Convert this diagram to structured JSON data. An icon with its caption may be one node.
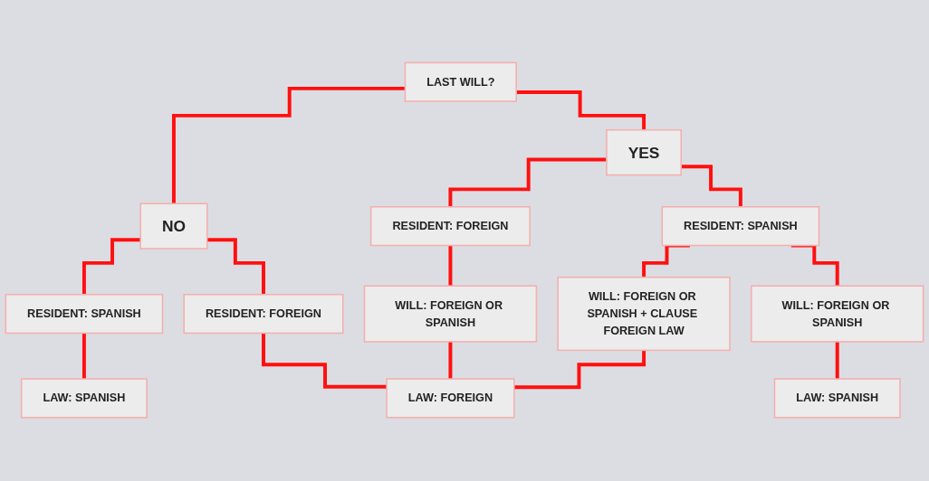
{
  "diagram": {
    "nodes": [
      {
        "text": [
          "LAST WILL?"
        ]
      },
      {
        "text": [
          "NO"
        ]
      },
      {
        "text": [
          "YES"
        ]
      },
      {
        "text": [
          "RESIDENT: SPANISH"
        ]
      },
      {
        "text": [
          "RESIDENT: FOREIGN"
        ]
      },
      {
        "text": [
          "RESIDENT: FOREIGN"
        ]
      },
      {
        "text": [
          "RESIDENT: SPANISH"
        ]
      },
      {
        "text": [
          "WILL: FOREIGN OR SPANISH"
        ]
      },
      {
        "text": [
          "WILL: FOREIGN OR SPANISH + CLAUSE FOREIGN LAW"
        ]
      },
      {
        "text": [
          "WILL: FOREIGN OR SPANISH"
        ]
      },
      {
        "text": [
          "LAW: SPANISH"
        ]
      },
      {
        "text": [
          "LAW: FOREIGN"
        ]
      },
      {
        "text": [
          "LAW: SPANISH"
        ]
      }
    ],
    "edges": [
      {
        "from": 0,
        "to": 1,
        "arrow": "none"
      },
      {
        "from": 0,
        "to": 2,
        "arrow": "none"
      },
      {
        "from": 1,
        "to": 3,
        "arrow": "none"
      },
      {
        "from": 1,
        "to": 4,
        "arrow": "none"
      },
      {
        "from": 2,
        "to": 5,
        "arrow": "none"
      },
      {
        "from": 2,
        "to": 6,
        "arrow": "none"
      },
      {
        "from": 3,
        "to": 10,
        "arrow": "none"
      },
      {
        "from": 4,
        "to": 11,
        "arrow": "none"
      },
      {
        "from": 5,
        "to": 7,
        "arrow": "none"
      },
      {
        "from": 7,
        "to": 11,
        "arrow": "none"
      },
      {
        "from": 6,
        "to": 8,
        "arrow": "none"
      },
      {
        "from": 6,
        "to": 9,
        "arrow": "none"
      },
      {
        "from": 8,
        "to": 11,
        "arrow": "none"
      },
      {
        "from": 9,
        "to": 12,
        "arrow": "none"
      }
    ]
  }
}
